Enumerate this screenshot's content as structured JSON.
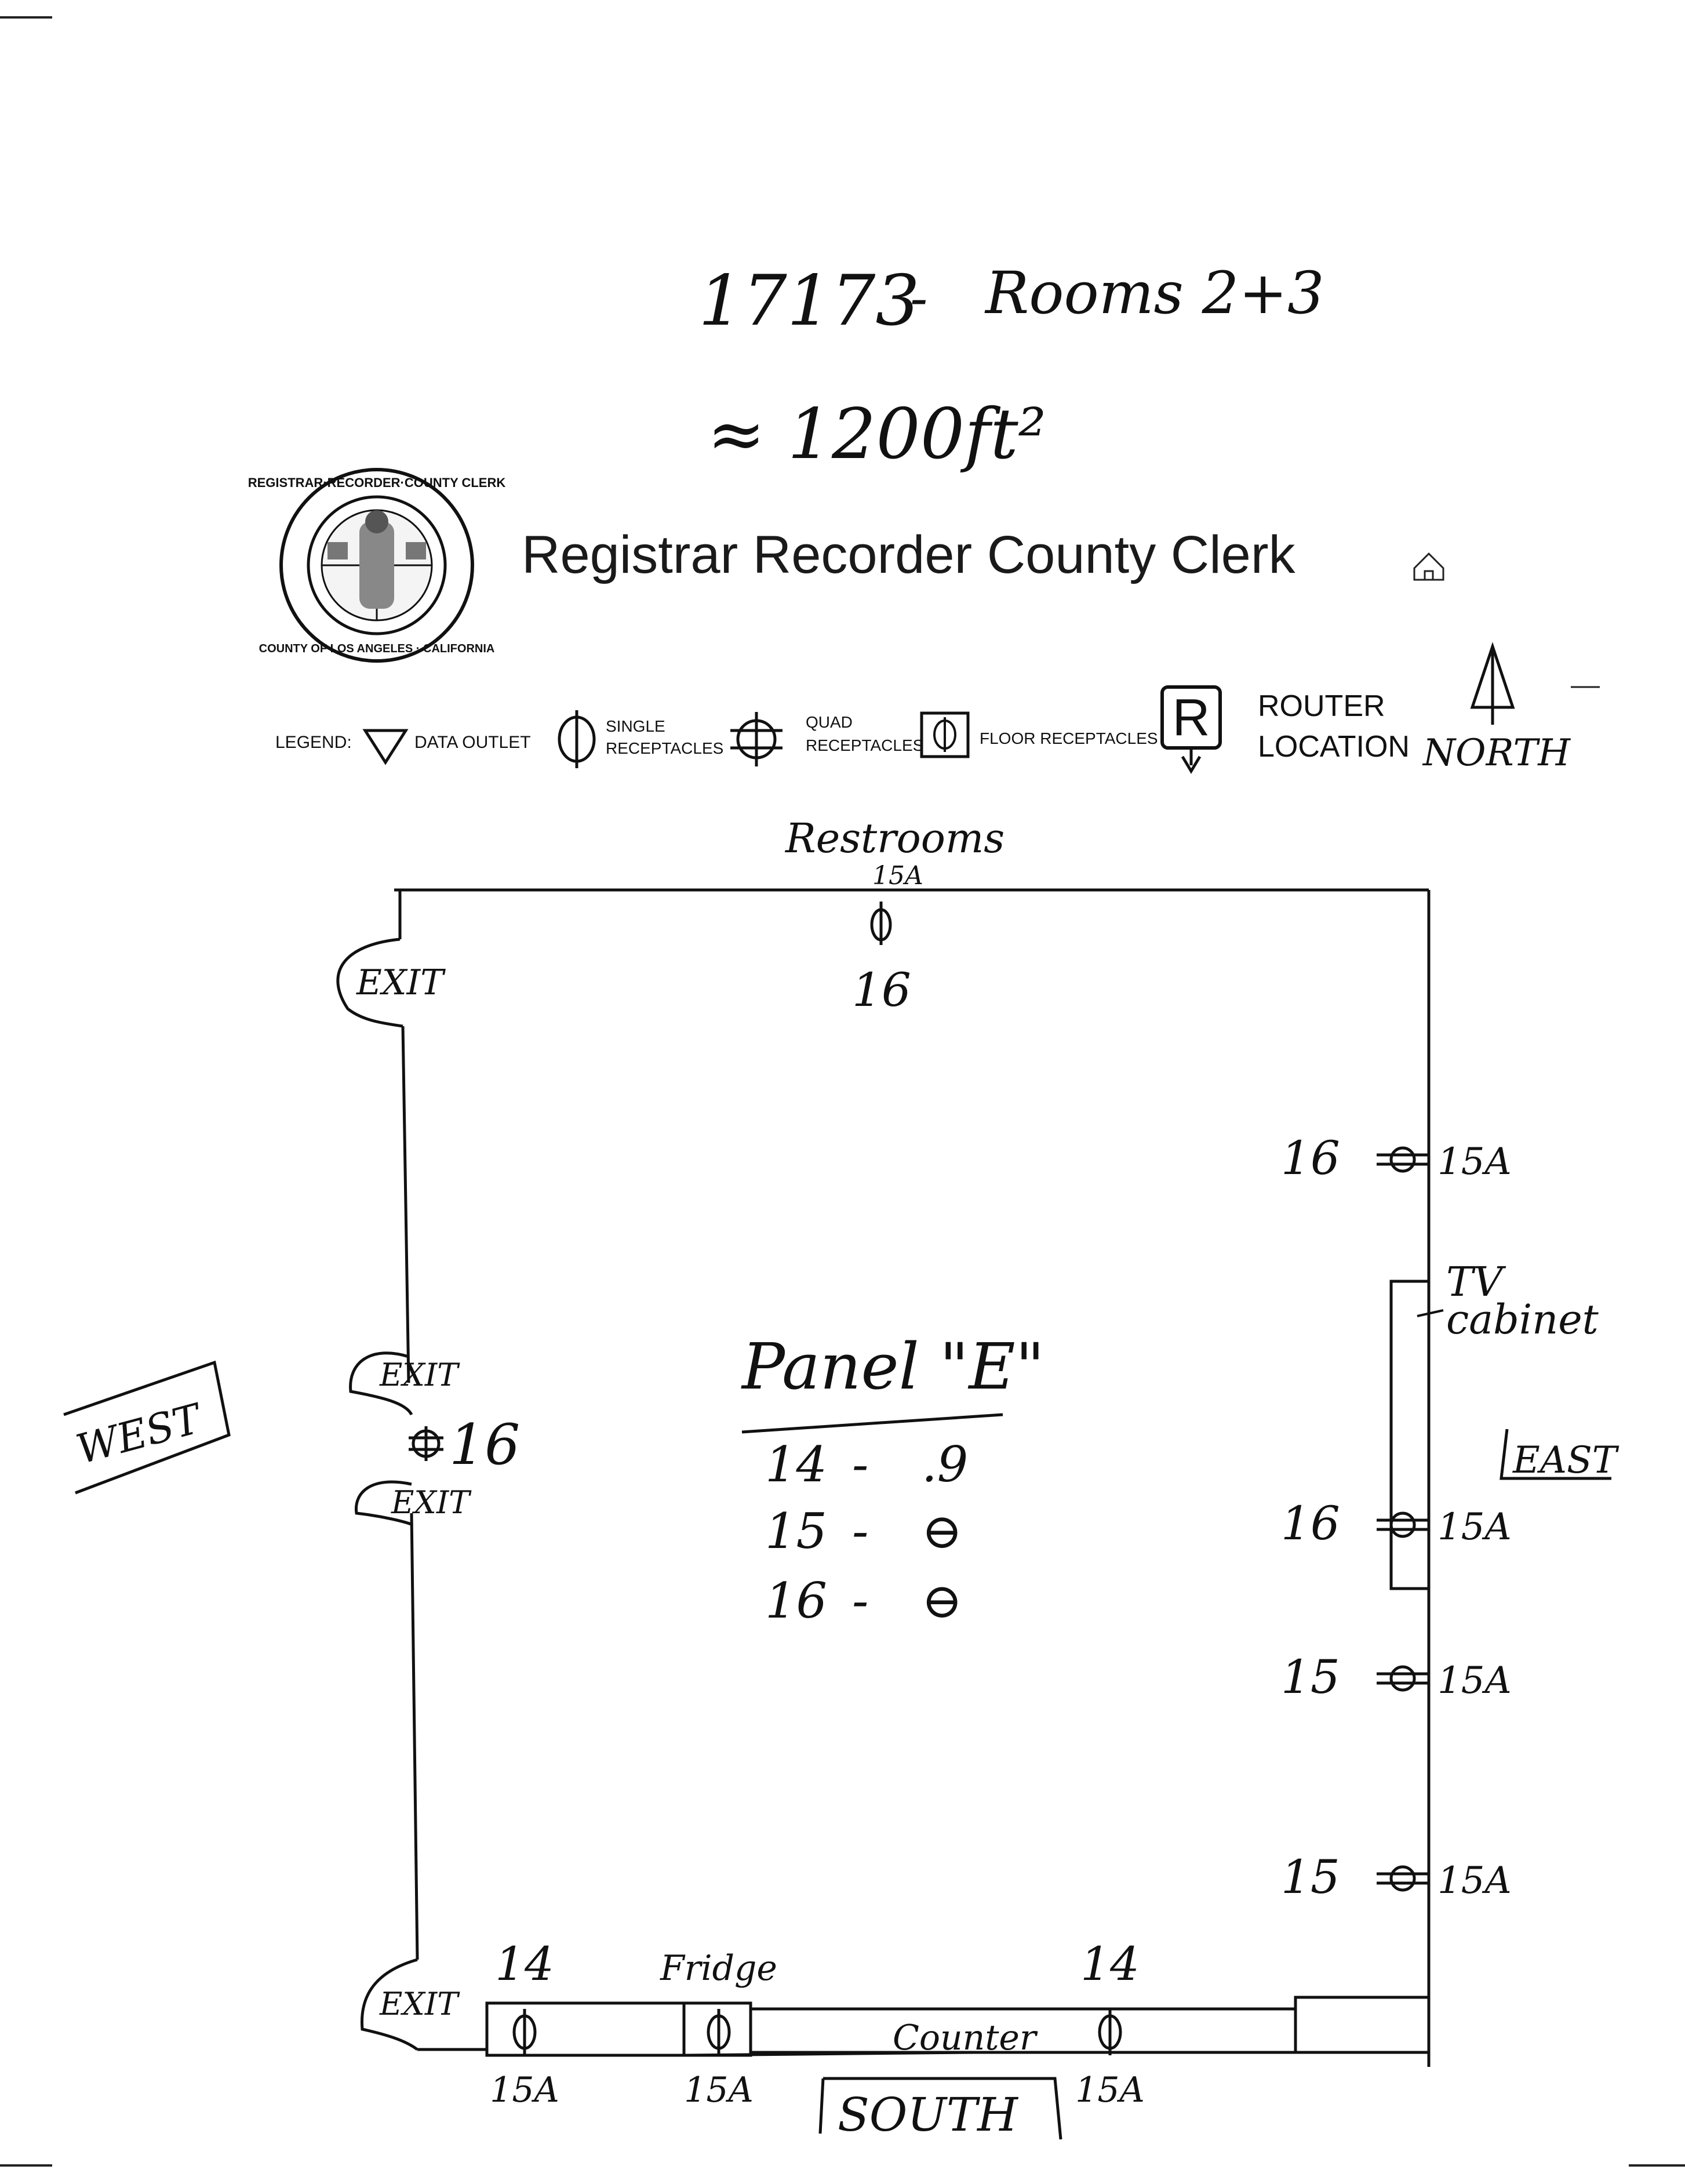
{
  "header": {
    "title": "Registrar Recorder County Clerk",
    "seal_text": "REGISTRAR-RECORDER/COUNTY CLERK · COUNTY OF LOS ANGELES · CALIFORNIA",
    "home_icon": "home-icon"
  },
  "notes": {
    "job_number": "17173",
    "dash": "-",
    "rooms": "Rooms 2+3",
    "area": "≈ 1200ft²"
  },
  "legend": {
    "label": "LEGEND:",
    "data_outlet": "DATA OUTLET",
    "single_1": "SINGLE",
    "single_2": "RECEPTACLES",
    "quad_1": "QUAD",
    "quad_2": "RECEPTACLES",
    "floor": "FLOOR RECEPTACLES",
    "router_1": "ROUTER",
    "router_2": "LOCATION",
    "router_symbol": "R",
    "north": "NORTH"
  },
  "plan": {
    "north_label": "Restrooms",
    "north_rec_amp": "15A",
    "north_rec_circuit": "16",
    "exit": "EXIT",
    "west_circuit": "16",
    "west": "WEST",
    "east": "EAST",
    "south": "SOUTH",
    "tv_cabinet_1": "TV",
    "tv_cabinet_2": "cabinet",
    "panel_title": "Panel \"E\"",
    "panel_rows": [
      {
        "circuit": "14",
        "sep": "-",
        "value": ".9"
      },
      {
        "circuit": "15",
        "sep": "-",
        "value": "⊖"
      },
      {
        "circuit": "16",
        "sep": "-",
        "value": "⊖"
      }
    ],
    "east_receptacles": [
      {
        "circuit": "16",
        "amp": "15A"
      },
      {
        "circuit": "16",
        "amp": "15A"
      },
      {
        "circuit": "15",
        "amp": "15A"
      },
      {
        "circuit": "15",
        "amp": "15A"
      }
    ],
    "south_receptacles": [
      {
        "circuit": "14",
        "amp": "15A"
      },
      {
        "circuit": "Fridge",
        "amp": "15A"
      },
      {
        "circuit": "14",
        "amp": "15A"
      }
    ],
    "counter": "Counter"
  }
}
